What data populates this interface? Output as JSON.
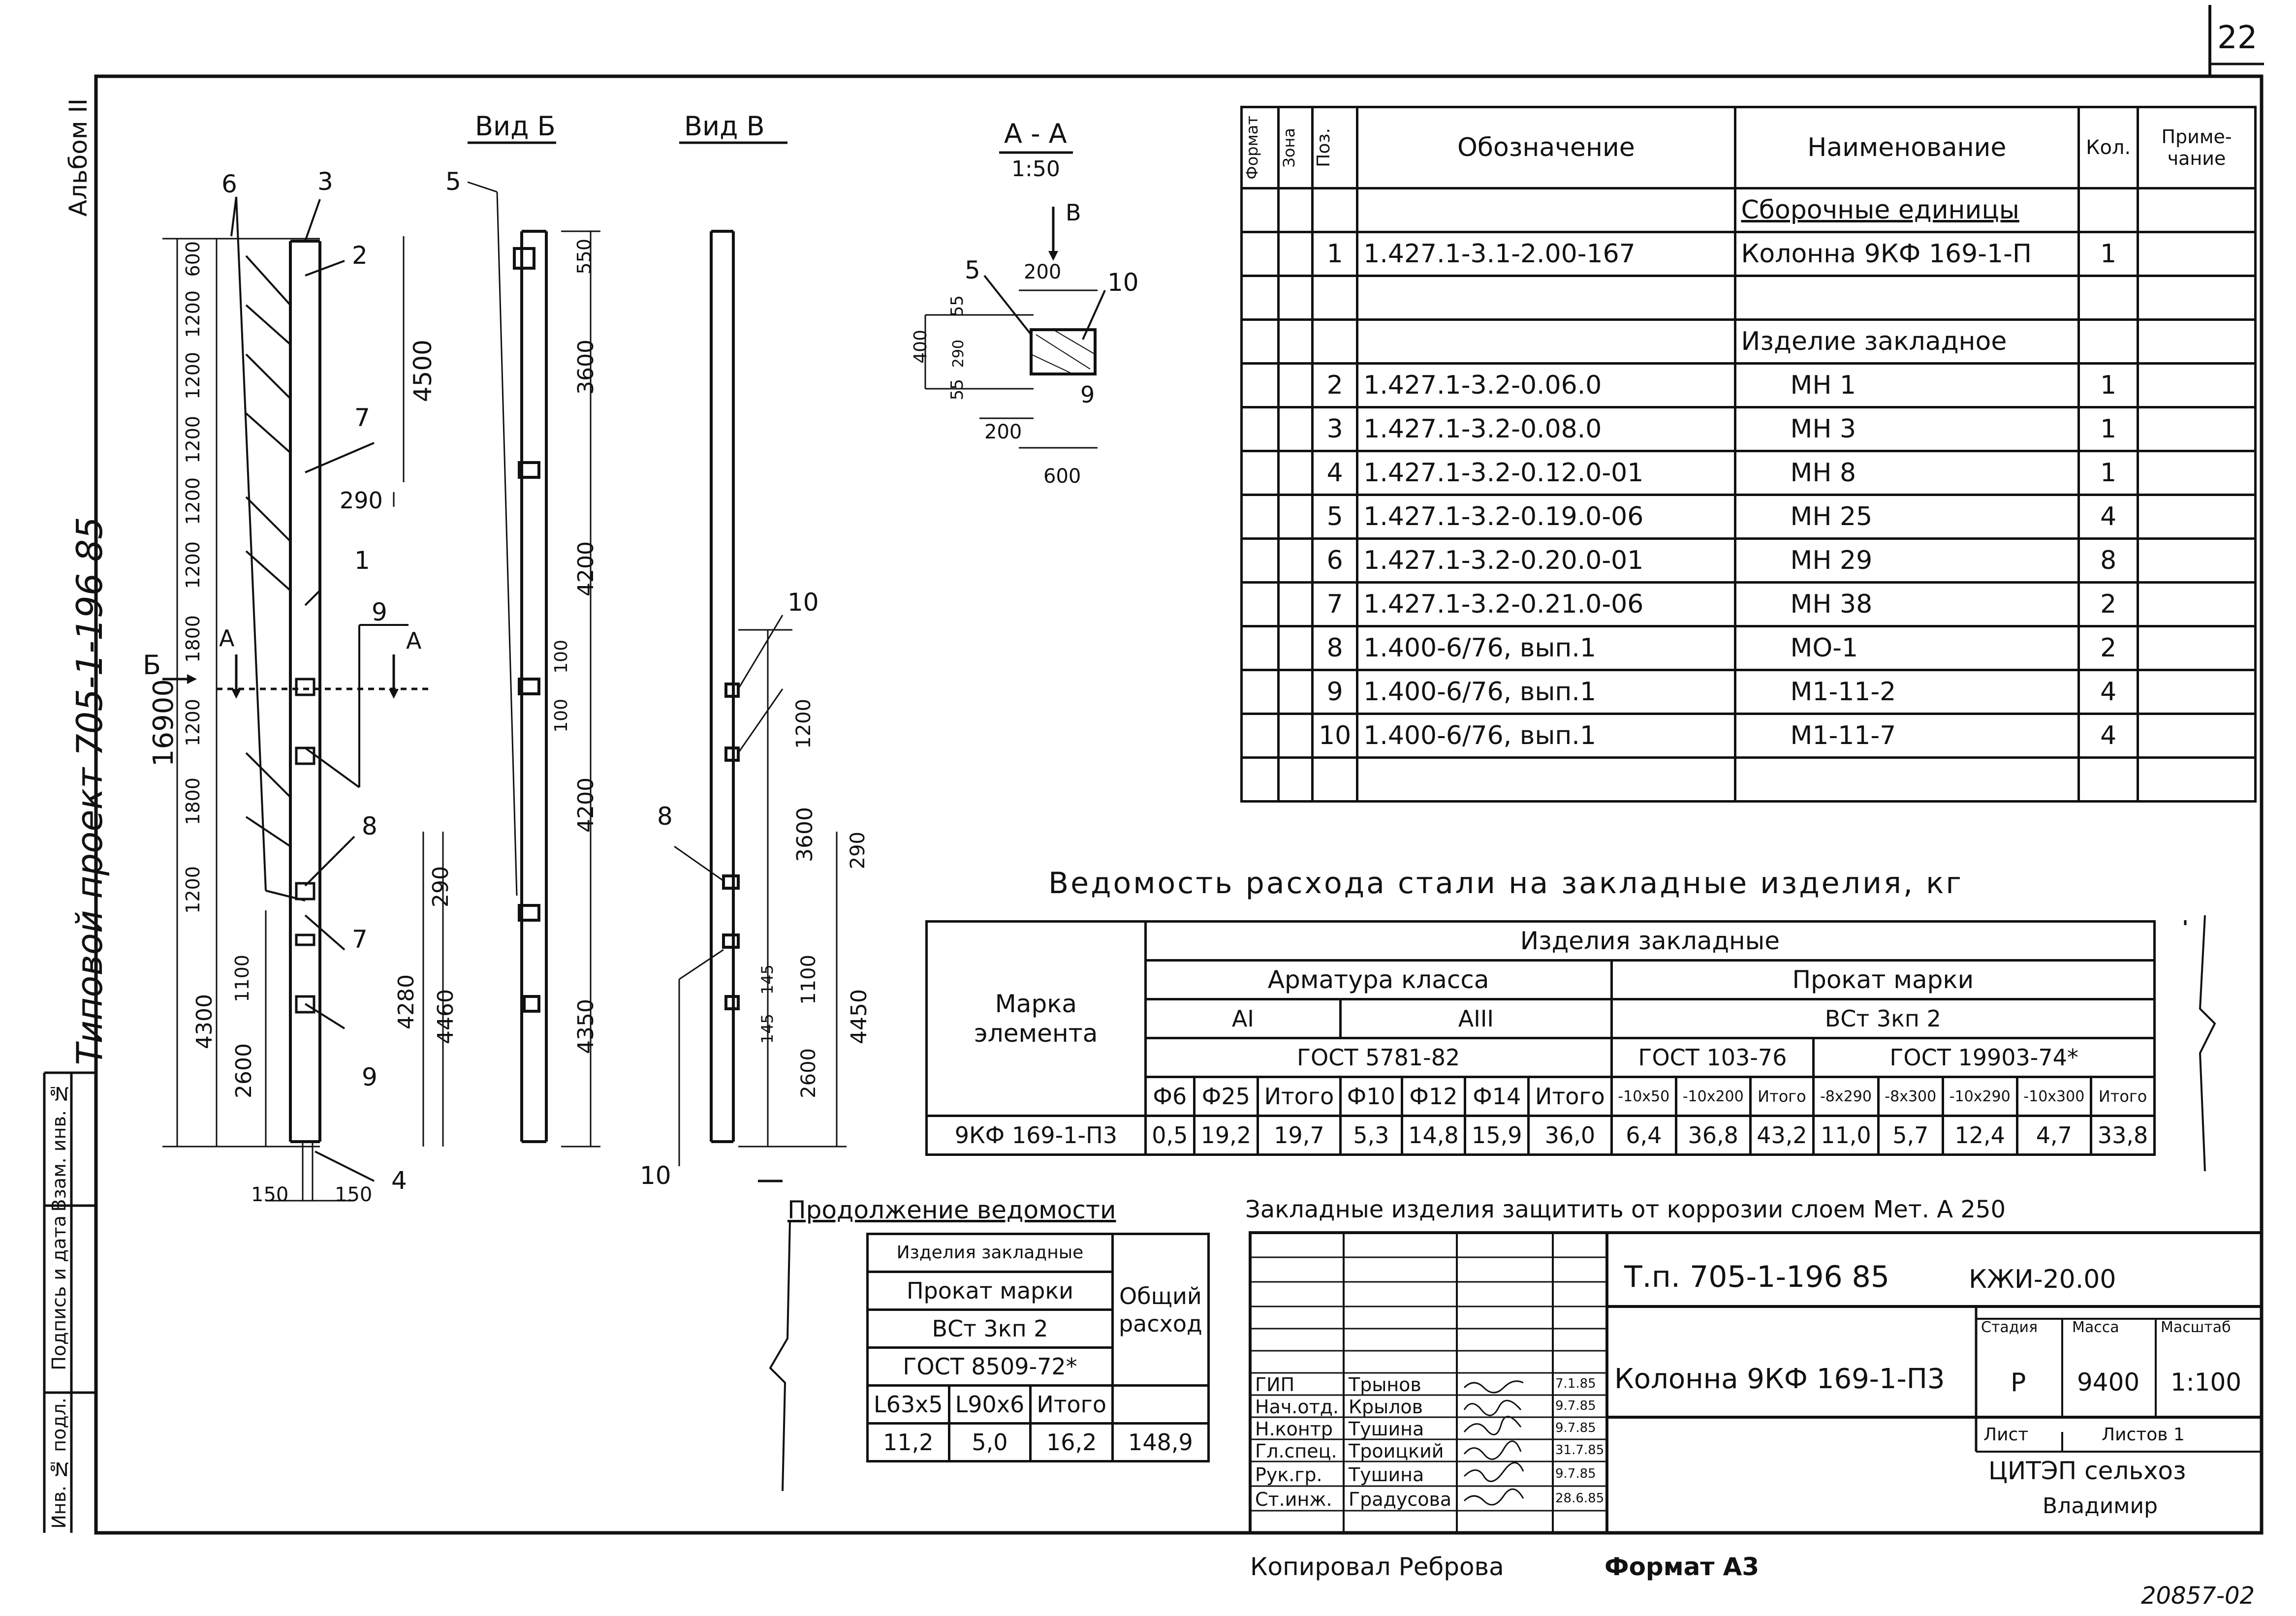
{
  "sheet_number": "22",
  "album": "Альбом II",
  "project_vertical": "Типовой проект 705-1-196 85",
  "drawing": {
    "view_b_label": "Вид Б",
    "view_v_label": "Вид В",
    "section_label": "А - А",
    "section_scale": "1:50",
    "dims_left": [
      "600",
      "1200",
      "1200",
      "1200",
      "1200",
      "1200",
      "1800",
      "1200",
      "1800",
      "1200",
      "1100",
      "4300",
      "2600",
      "16900",
      "150",
      "150"
    ],
    "dims_right": [
      "4500",
      "290",
      "290",
      "4280",
      "4460"
    ],
    "dims_view_b": [
      "550",
      "3600",
      "4200",
      "100",
      "100",
      "4200",
      "4350"
    ],
    "dims_view_v": [
      "1200",
      "3600",
      "290",
      "145",
      "145",
      "1100",
      "4450",
      "2600"
    ],
    "section_dims": [
      "200",
      "55",
      "290",
      "55",
      "400",
      "200",
      "600"
    ],
    "callouts": [
      "6",
      "3",
      "2",
      "7",
      "1",
      "9",
      "8",
      "7",
      "9",
      "4",
      "5",
      "10",
      "8",
      "10",
      "5",
      "10",
      "9"
    ],
    "marks": [
      "Б",
      "А",
      "А",
      "В"
    ]
  },
  "spec_table": {
    "headers": {
      "format": "Формат",
      "zone": "Зона",
      "pos": "Поз.",
      "designation": "Обозначение",
      "name": "Наименование",
      "qty": "Кол.",
      "note": "Приме-чание"
    },
    "section1": "Сборочные единицы",
    "row1": {
      "pos": "1",
      "designation": "1.427.1-3.1-2.00-167",
      "name": "Колонна 9КФ 169-1-П",
      "qty": "1"
    },
    "section2": "Изделие закладное",
    "rows": [
      {
        "pos": "2",
        "designation": "1.427.1-3.2-0.06.0",
        "name": "МН 1",
        "qty": "1"
      },
      {
        "pos": "3",
        "designation": "1.427.1-3.2-0.08.0",
        "name": "МН 3",
        "qty": "1"
      },
      {
        "pos": "4",
        "designation": "1.427.1-3.2-0.12.0-01",
        "name": "МН 8",
        "qty": "1"
      },
      {
        "pos": "5",
        "designation": "1.427.1-3.2-0.19.0-06",
        "name": "МН 25",
        "qty": "4"
      },
      {
        "pos": "6",
        "designation": "1.427.1-3.2-0.20.0-01",
        "name": "МН 29",
        "qty": "8"
      },
      {
        "pos": "7",
        "designation": "1.427.1-3.2-0.21.0-06",
        "name": "МН 38",
        "qty": "2"
      },
      {
        "pos": "8",
        "designation": "1.400-6/76, вып.1",
        "name": "МО-1",
        "qty": "2"
      },
      {
        "pos": "9",
        "designation": "1.400-6/76, вып.1",
        "name": "М1-11-2",
        "qty": "4"
      },
      {
        "pos": "10",
        "designation": "1.400-6/76, вып.1",
        "name": "М1-11-7",
        "qty": "4"
      }
    ]
  },
  "steel": {
    "title": "Ведомость расхода стали на закладные изделия, кг",
    "mark_header": "Марка элемента",
    "group": "Изделия закладные",
    "armature": "Арматура класса",
    "rolled": "Прокат марки",
    "a1": "АI",
    "a3": "АIII",
    "vst": "ВСт 3кп 2",
    "gost1": "ГОСТ 5781-82",
    "gost2": "ГОСТ 103-76",
    "gost3": "ГОСТ 19903-74*",
    "cols": [
      "Ф6",
      "Ф25",
      "Итого",
      "Ф10",
      "Ф12",
      "Ф14",
      "Итого",
      "-10x50",
      "-10x200",
      "Итого",
      "-8x290",
      "-8x300",
      "-10x290",
      "-10x300",
      "Итого"
    ],
    "row_mark": "9КФ 169-1-П3",
    "row_values": [
      "0,5",
      "19,2",
      "19,7",
      "5,3",
      "14,8",
      "15,9",
      "36,0",
      "6,4",
      "36,8",
      "43,2",
      "11,0",
      "5,7",
      "12,4",
      "4,7",
      "33,8"
    ]
  },
  "continuation": {
    "title": "Продолжение ведомости",
    "group": "Изделия закладные",
    "rolled": "Прокат марки",
    "vst": "ВСт 3кп 2",
    "gost": "ГОСТ 8509-72*",
    "cols": [
      "L63x5",
      "L90x6",
      "Итого"
    ],
    "total_header": "Общий расход",
    "values": [
      "11,2",
      "5,0",
      "16,2",
      "148,9"
    ]
  },
  "note": "Закладные изделия защитить от коррозии слоем Мет. А 250",
  "title_block": {
    "code": "Т.п. 705-1-196 85",
    "doc": "КЖИ-20.00",
    "element": "Колонна 9КФ 169-1-П3",
    "stage_h": "Стадия",
    "mass_h": "Масса",
    "scale_h": "Масштаб",
    "stage": "Р",
    "mass": "9400",
    "scale": "1:100",
    "sheet_h": "Лист",
    "sheets_h": "Листов 1",
    "org": "ЦИТЭП сельхоз",
    "city": "Владимир",
    "staff": [
      {
        "role": "ГИП",
        "name": "Трынов",
        "date": "7.1.85"
      },
      {
        "role": "Нач.отд.",
        "name": "Крылов",
        "date": "9.7.85"
      },
      {
        "role": "Н.контр",
        "name": "Тушина",
        "date": "9.7.85"
      },
      {
        "role": "Гл.спец.",
        "name": "Троицкий",
        "date": "31.7.85"
      },
      {
        "role": "Рук.гр.",
        "name": "Тушина",
        "date": "9.7.85"
      },
      {
        "role": "Ст.инж.",
        "name": "Градусова",
        "date": "28.6.85"
      }
    ]
  },
  "left_strip": [
    "Инв. № подл.",
    "Подпись и дата",
    "Взам. инв. №"
  ],
  "footer_copied": "Копировал Реброва",
  "footer_format": "Формат А3",
  "archive_no": "20857-02"
}
